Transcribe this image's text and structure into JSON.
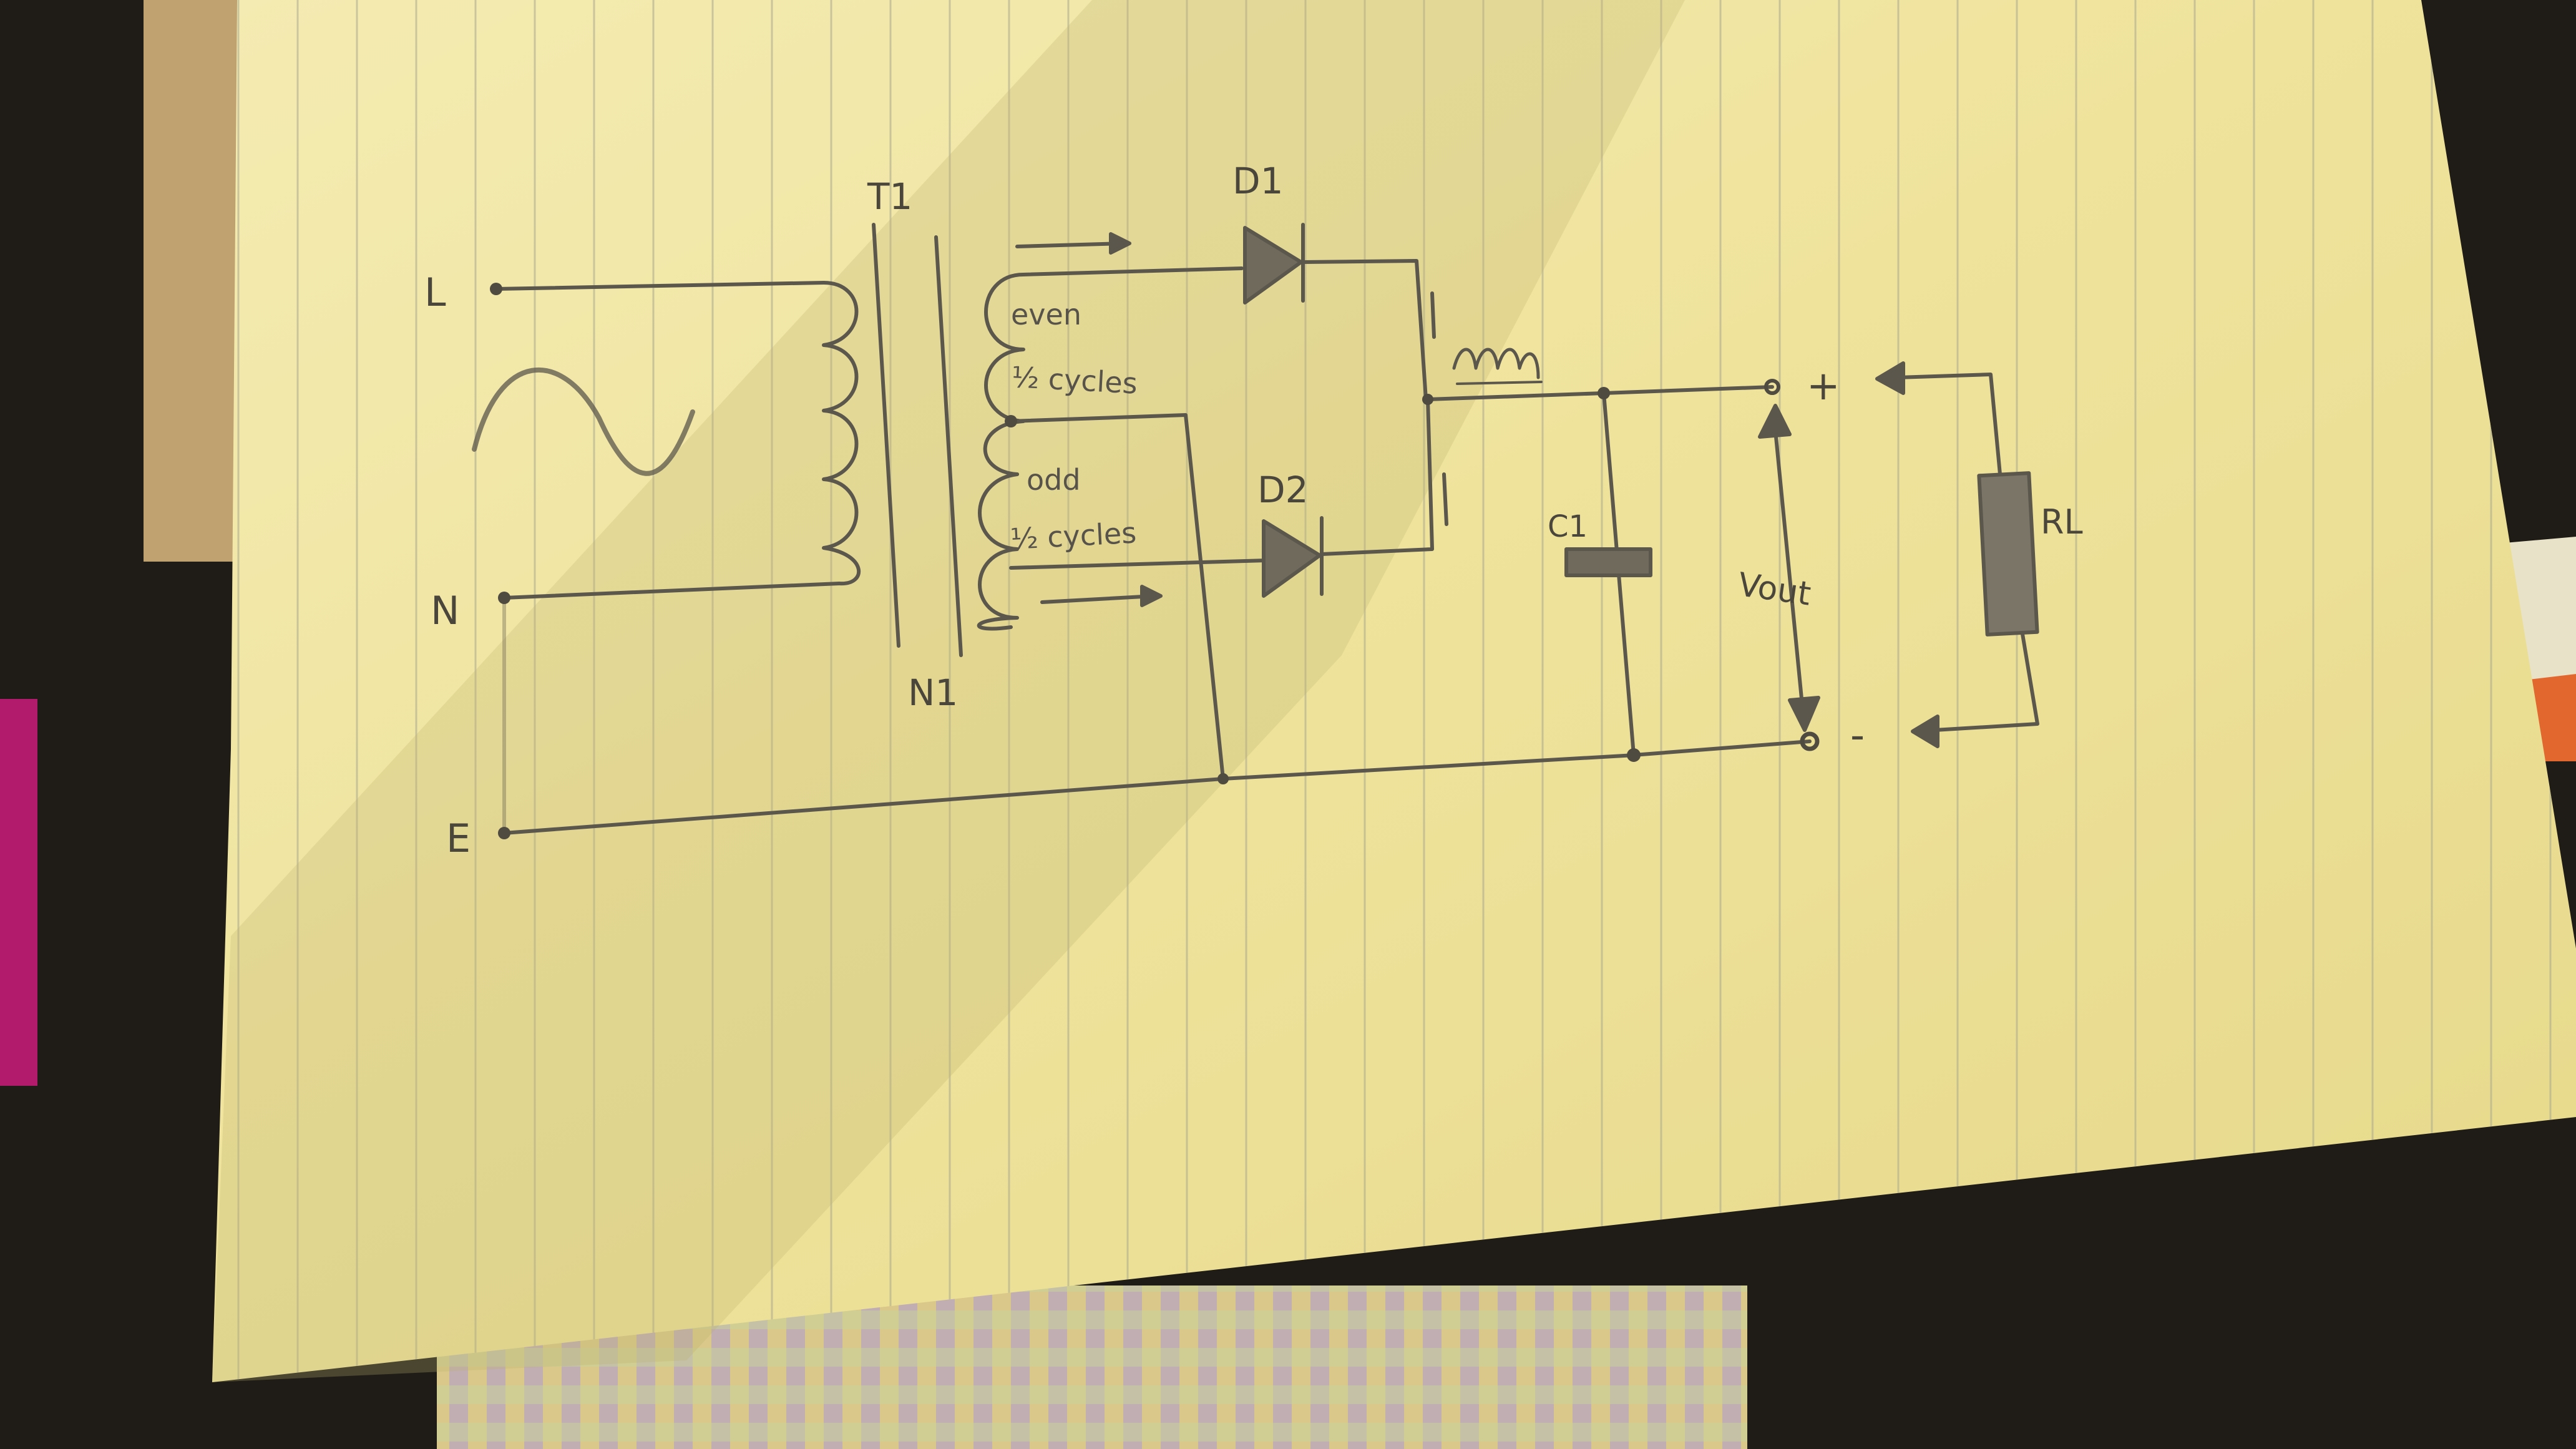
{
  "diagram": {
    "transformer_label": "T1",
    "core_label": "N1",
    "terminals": {
      "live": "L",
      "neutral": "N",
      "earth": "E"
    },
    "diode1_label": "D1",
    "diode2_label": "D2",
    "capacitor_label": "C1",
    "load_label": "RL",
    "output_label": "Vout",
    "plus_sign": "+",
    "minus_sign": "-",
    "winding_upper_note": [
      "even",
      "½ cycles"
    ],
    "winding_lower_note": [
      "odd",
      "½ cycles"
    ]
  },
  "colors": {
    "paper": "#f1e7a6",
    "pencil": "#5b574c",
    "shadow": "#c9bf76"
  }
}
